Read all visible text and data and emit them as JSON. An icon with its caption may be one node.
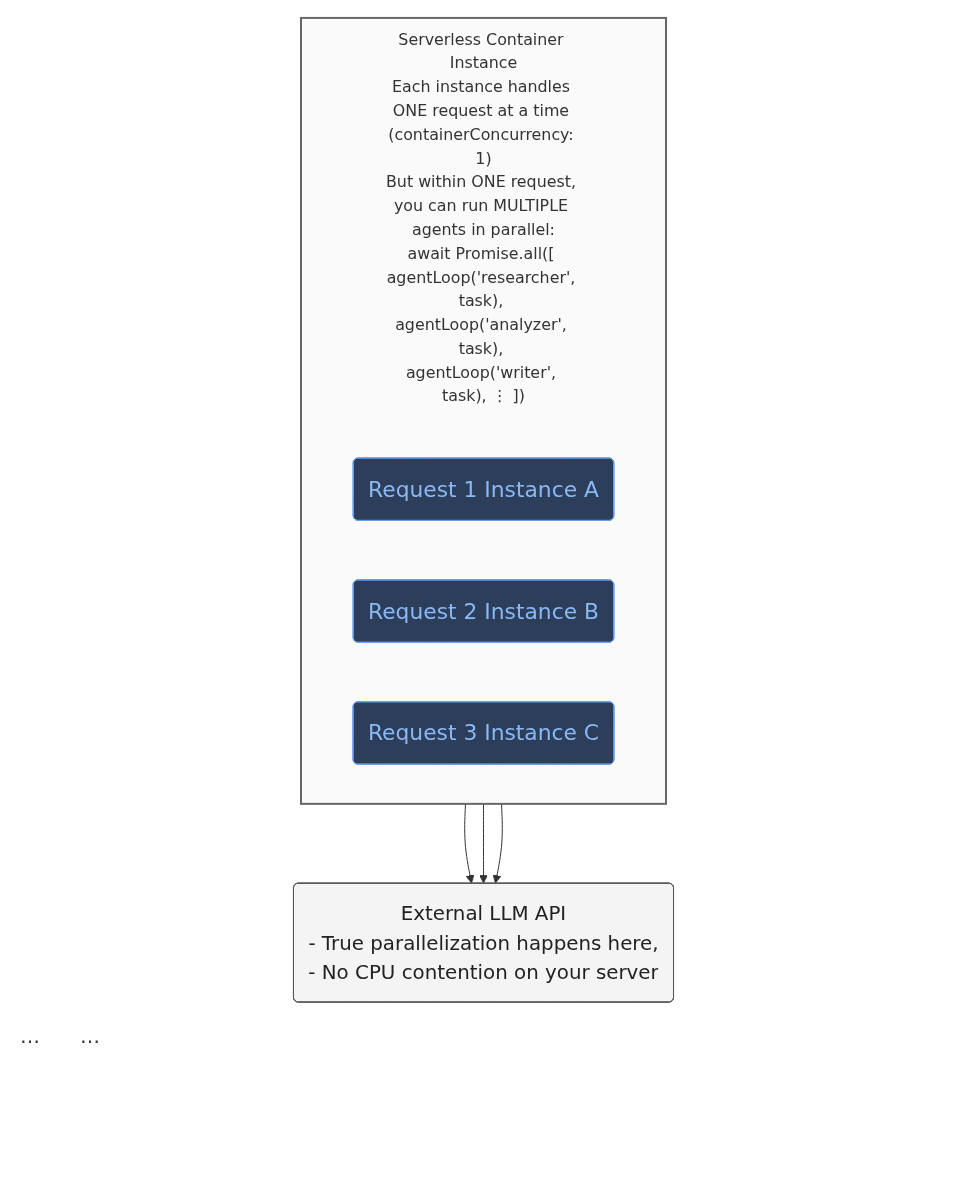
{
  "diagram": {
    "nodes": [
      {
        "text": [
          "Serverless Container Instance",
          "Each instance handles ONE request at a time (containerConcurrency: 1)",
          "But within ONE request, you can run MULTIPLE agents in parallel:",
          "await Promise.all([ agentLoop('researcher', task), agentLoop('analyzer', task), agentLoop('writer', task), ⋮ ])"
        ]
      },
      {
        "text": [
          "Request 1 Instance A"
        ],
        "in": 0
      },
      {
        "text": [
          "Request 2 Instance B"
        ],
        "in": 0
      },
      {
        "text": [
          "Request 3 Instance C"
        ],
        "in": 0
      },
      {
        "text": [
          "External LLM API",
          "- True parallelization happens here,",
          "- No CPU contention on your server"
        ]
      }
    ],
    "edges": [
      {
        "from": 0,
        "to": 4,
        "arrow": "to"
      },
      {
        "from": 0,
        "to": 4,
        "arrow": "to"
      },
      {
        "from": 0,
        "to": 4,
        "arrow": "to"
      }
    ],
    "labels": [
      "…",
      "…"
    ]
  }
}
